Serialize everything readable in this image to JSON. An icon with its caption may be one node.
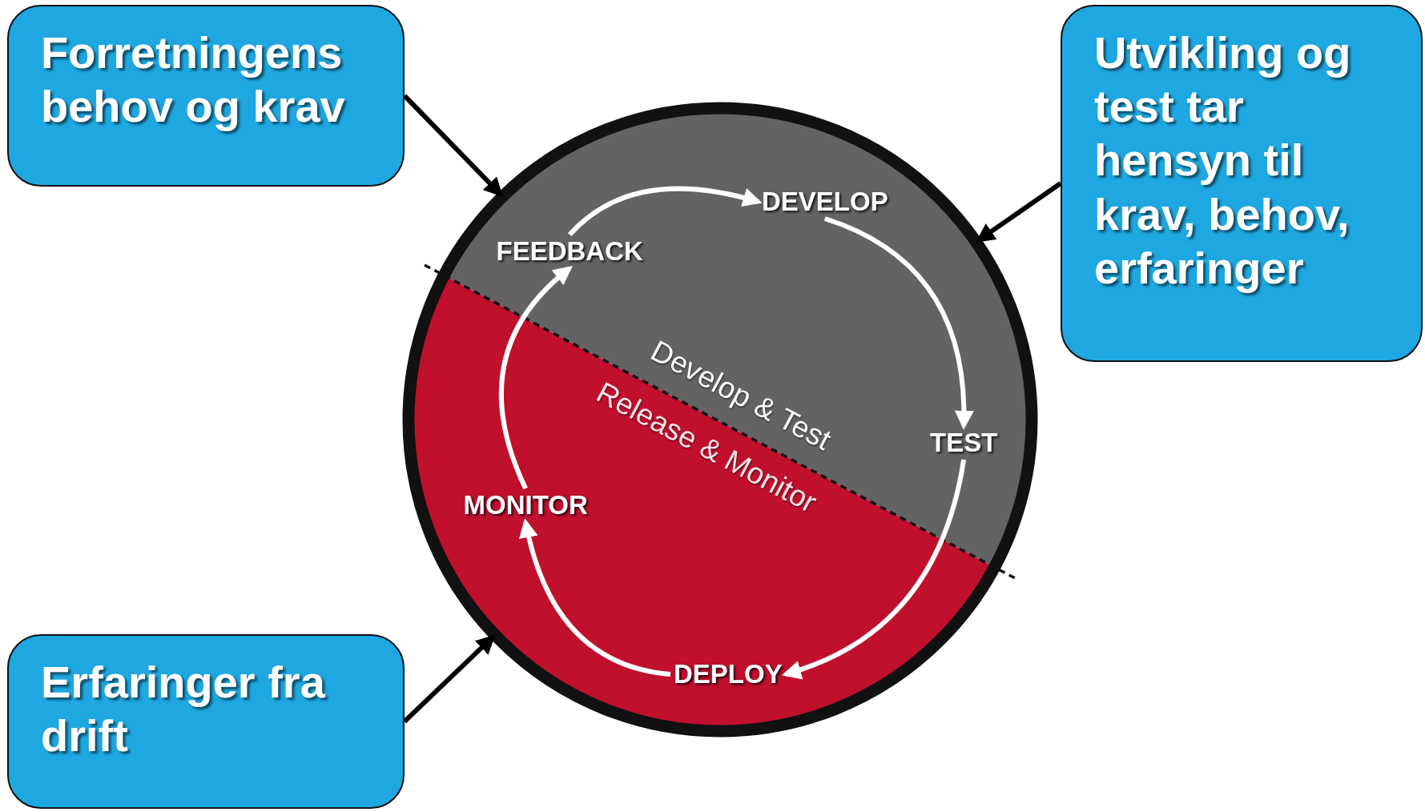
{
  "diagram": {
    "nodes": [
      {
        "text": [
          "Forretningens behov og krav"
        ]
      },
      {
        "text": [
          "Utvikling og test tar hensyn til krav, behov, erfaringer"
        ]
      },
      {
        "text": [
          "Erfaringer fra drift"
        ]
      },
      {
        "text": [],
        "shape": "circle"
      },
      {
        "text": [
          "Develop & Test"
        ],
        "in": 3
      },
      {
        "text": [
          "FEEDBACK"
        ],
        "in": 4
      },
      {
        "text": [
          "DEVELOP"
        ],
        "in": 4
      },
      {
        "text": [
          "TEST"
        ],
        "in": 4
      },
      {
        "text": [
          "Release & Monitor"
        ],
        "in": 3
      },
      {
        "text": [
          "MONITOR"
        ],
        "in": 8
      },
      {
        "text": [
          "DEPLOY"
        ],
        "in": 8
      }
    ],
    "edges": [
      {
        "from": 0,
        "to": 3,
        "arrow": "to",
        "color": "#000000"
      },
      {
        "from": 1,
        "to": 3,
        "arrow": "to",
        "color": "#000000"
      },
      {
        "from": 2,
        "to": 3,
        "arrow": "to",
        "color": "#000000"
      },
      {
        "from": 5,
        "to": 6,
        "arrow": "to"
      },
      {
        "from": 6,
        "to": 7,
        "arrow": "to"
      },
      {
        "from": 7,
        "to": 10,
        "arrow": "to"
      },
      {
        "from": 10,
        "to": 9,
        "arrow": "to"
      },
      {
        "from": 9,
        "to": 5,
        "arrow": "to"
      }
    ]
  }
}
